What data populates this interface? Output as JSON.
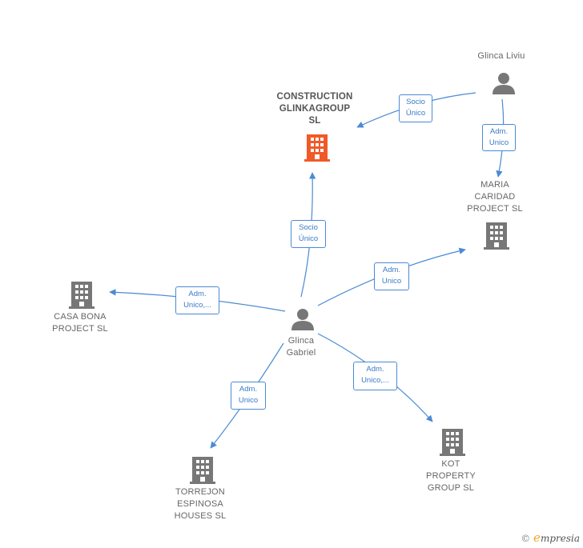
{
  "nodes": {
    "construction": {
      "label": "CONSTRUCTION\nGLINKAGROUP\nSL",
      "type": "company",
      "color": "#f05a28"
    },
    "maria": {
      "label": "MARIA\nCARIDAD\nPROJECT  SL",
      "type": "company",
      "color": "#777777"
    },
    "casa": {
      "label": "CASA BONA\nPROJECT  SL",
      "type": "company",
      "color": "#777777"
    },
    "torrejon": {
      "label": "TORREJON\nESPINOSA\nHOUSES  SL",
      "type": "company",
      "color": "#777777"
    },
    "kot": {
      "label": "KOT\nPROPERTY\nGROUP  SL",
      "type": "company",
      "color": "#777777"
    },
    "liviu": {
      "label": "Glinca Liviu",
      "type": "person",
      "color": "#777777"
    },
    "gabriel": {
      "label": "Glinca\nGabriel",
      "type": "person",
      "color": "#777777"
    }
  },
  "edges": [
    {
      "id": "liviu-construction",
      "label": "Socio\nÚnico"
    },
    {
      "id": "liviu-maria",
      "label": "Adm.\nUnico"
    },
    {
      "id": "gabriel-construction",
      "label": "Socio\nÚnico"
    },
    {
      "id": "gabriel-maria",
      "label": "Adm.\nUnico"
    },
    {
      "id": "gabriel-casa",
      "label": "Adm.\nUnico,..."
    },
    {
      "id": "gabriel-torrejon",
      "label": "Adm.\nUnico"
    },
    {
      "id": "gabriel-kot",
      "label": "Adm.\nUnico,..."
    }
  ],
  "colors": {
    "edge": "#4a8bd4",
    "focus": "#f05a28",
    "node": "#777777"
  },
  "icons": {
    "company": "building-icon",
    "person": "person-icon"
  },
  "watermark": {
    "symbol": "©",
    "brand_initial": "e",
    "brand_rest": "mpresia"
  }
}
